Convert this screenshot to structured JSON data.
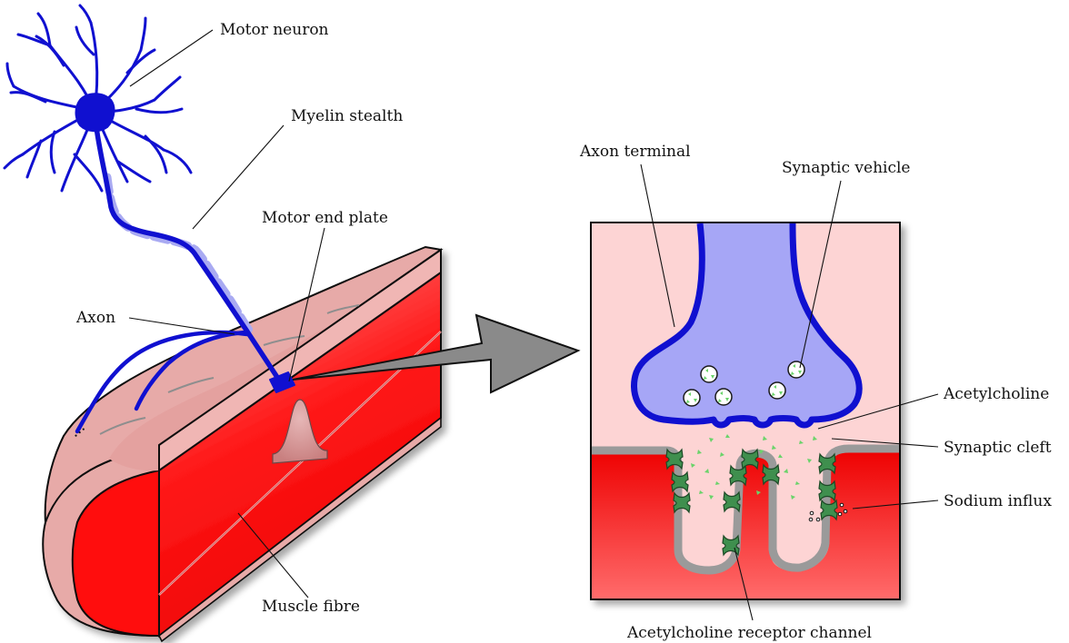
{
  "labels": {
    "motor_neuron": "Motor neuron",
    "myelin": "Myelin stealth",
    "axon": "Axon",
    "motor_end_plate": "Motor end plate",
    "muscle_fibre": "Muscle fibre",
    "axon_terminal": "Axon terminal",
    "synaptic_vehicle": "Synaptic vehicle",
    "acetylcholine": "Acetylcholine",
    "synaptic_cleft": "Synaptic cleft",
    "sodium_influx": "Sodium influx",
    "receptor_channel": "Acetylcholine receptor channel",
    "continuation": "..."
  },
  "colors": {
    "neuron": "#1010d0",
    "myelin": "#a9aaf2",
    "terminal_fill": "#a6a6f6",
    "muscle_red": "#ff0d0d",
    "muscle_pink": "#e7aaa8",
    "cleft_pink": "#fdd4d4",
    "membrane_grey": "#9a9a9a",
    "receptor_green": "#3f8f4e",
    "acetylcholine_green": "#6ad36a",
    "arrow_grey": "#8a8a8a"
  }
}
